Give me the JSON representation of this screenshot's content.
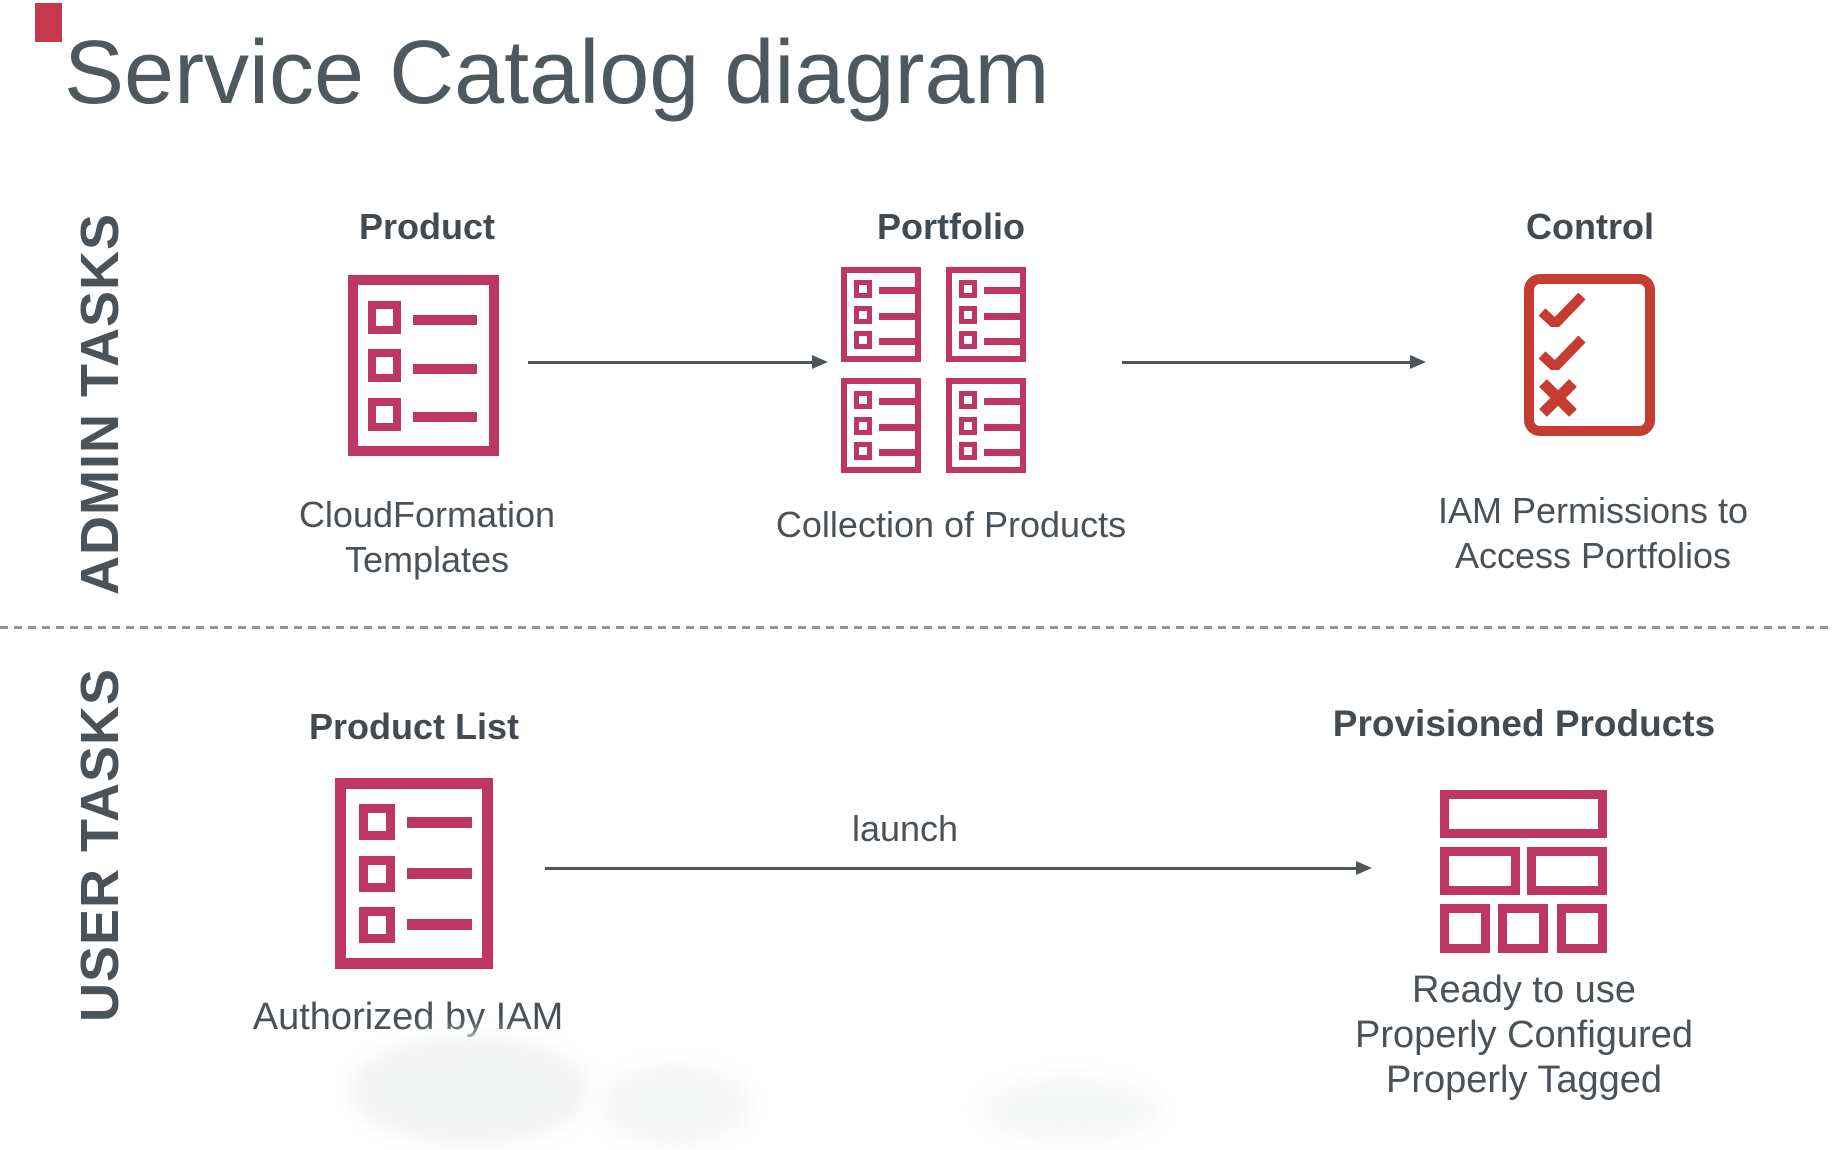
{
  "slide": {
    "title": "Service Catalog diagram",
    "colors": {
      "magenta_icon": "#be3764",
      "red_icon": "#c43c32",
      "heading_text": "#434b50",
      "body_text": "#4a5257",
      "arrow": "#4f565a",
      "divider": "#8f9598",
      "accent_bar": "#c5394f"
    },
    "lanes": {
      "admin": "ADMIN TASKS",
      "user": "USER TASKS"
    },
    "admin_row": {
      "product": {
        "heading": "Product",
        "icon": "list-document-icon",
        "caption": [
          "CloudFormation",
          "Templates"
        ]
      },
      "portfolio": {
        "heading": "Portfolio",
        "icon": "portfolio-grid-icon",
        "caption": [
          "Collection of Products"
        ]
      },
      "control": {
        "heading": "Control",
        "icon": "checklist-icon",
        "caption": [
          "IAM Permissions to",
          "Access Portfolios"
        ]
      }
    },
    "user_row": {
      "product_list": {
        "heading": "Product List",
        "icon": "list-document-icon",
        "caption": [
          "Authorized by IAM"
        ]
      },
      "launch": {
        "label": "launch"
      },
      "provisioned_products": {
        "heading": "Provisioned Products",
        "icon": "bricks-icon",
        "caption": [
          "Ready to use",
          "Properly Configured",
          "Properly Tagged"
        ]
      }
    }
  }
}
